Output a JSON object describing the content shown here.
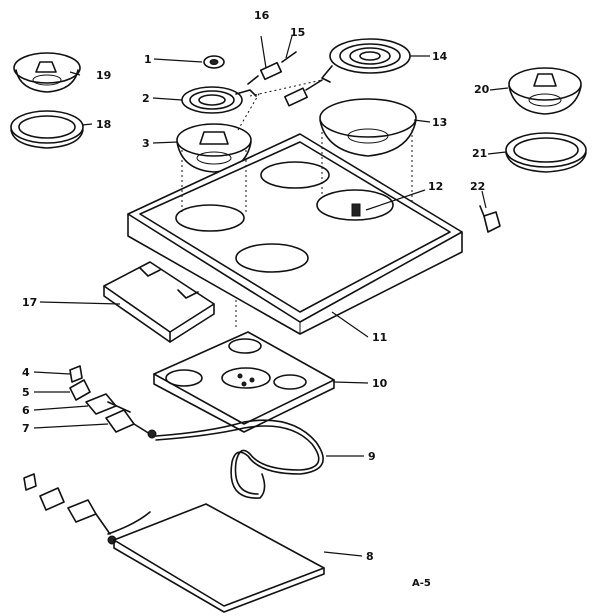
{
  "diagram": {
    "page_code": "A-5",
    "callouts": {
      "p1": "1",
      "p2": "2",
      "p3": "3",
      "p4": "4",
      "p5": "5",
      "p6": "6",
      "p7": "7",
      "p8": "8",
      "p9": "9",
      "p10": "10",
      "p11": "11",
      "p12": "12",
      "p13": "13",
      "p14": "14",
      "p15": "15",
      "p16": "16",
      "p17": "17",
      "p18": "18",
      "p19": "19",
      "p20": "20",
      "p21": "21",
      "p22": "22"
    }
  }
}
